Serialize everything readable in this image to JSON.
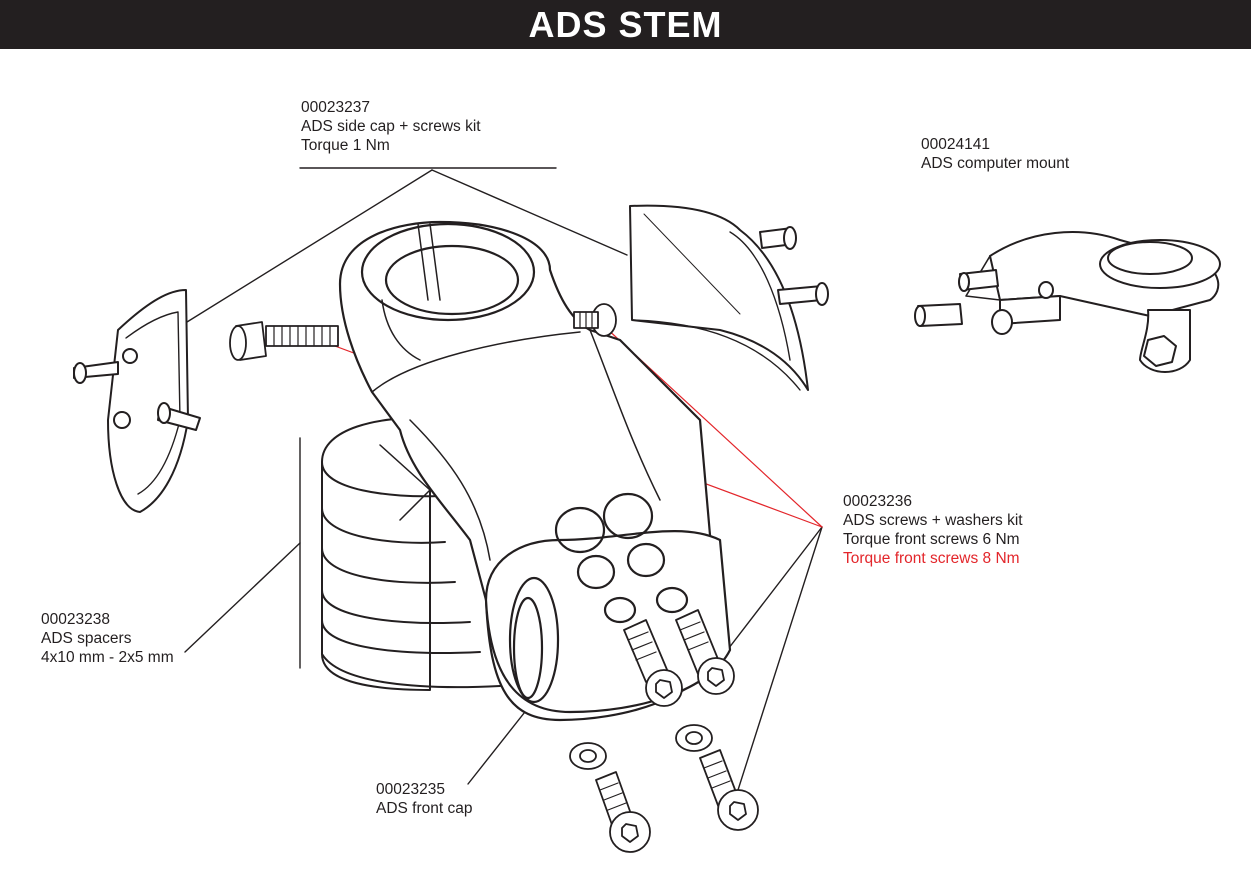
{
  "header": {
    "title": "ADS STEM"
  },
  "callouts": {
    "side_cap": {
      "code": "00023237",
      "name": "ADS side cap + screws kit",
      "torque": "Torque 1 Nm"
    },
    "computer_mount": {
      "code": "00024141",
      "name": "ADS computer mount"
    },
    "screws_washers": {
      "code": "00023236",
      "name": "ADS screws + washers kit",
      "torque": "Torque front screws 6 Nm",
      "torque_alt": "Torque front screws 8 Nm"
    },
    "spacers": {
      "code": "00023238",
      "name": "ADS spacers",
      "size": "4x10 mm - 2x5 mm"
    },
    "front_cap": {
      "code": "00023235",
      "name": "ADS front cap"
    }
  },
  "colors": {
    "header_bg": "#231f20",
    "text": "#231f20",
    "highlight": "#e3262b"
  }
}
